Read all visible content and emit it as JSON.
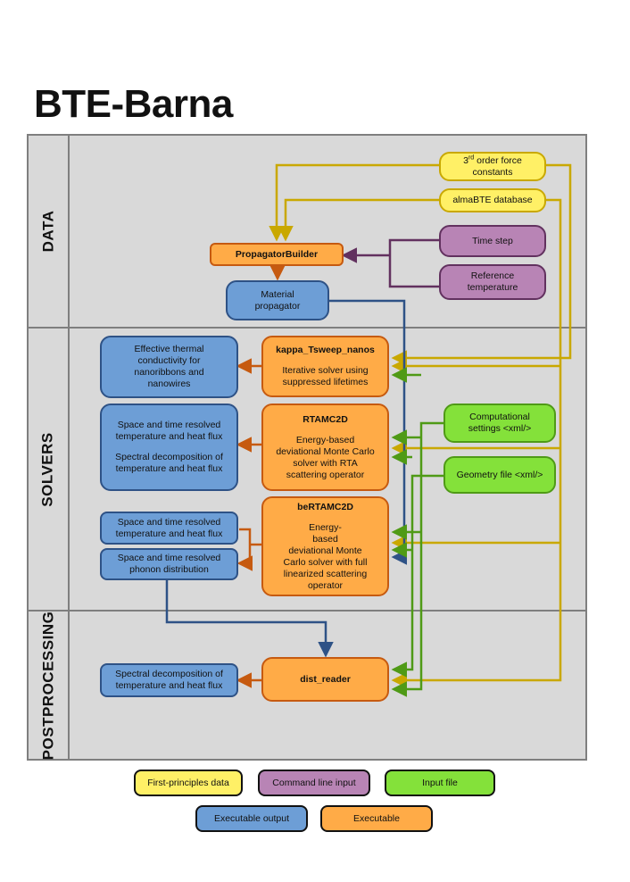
{
  "title": "BTE-Barna",
  "sections": {
    "data": "DATA",
    "solvers": "SOLVERS",
    "postprocessing": "POSTPROCESSING"
  },
  "data_boxes": {
    "force_constants": {
      "pre": "3",
      "sup": "rd",
      "post": " order force",
      "line2": "constants"
    },
    "almabte_db": "almaBTE database",
    "time_step": "Time step",
    "reference_temperature": {
      "line1": "Reference",
      "line2": "temperature"
    },
    "propagator_builder": "PropagatorBuilder",
    "material_propagator": {
      "line1": "Material",
      "line2": "propagator"
    }
  },
  "solvers": {
    "kappa": {
      "name": "kappa_Tsweep_nanos",
      "l1": "Iterative solver using",
      "l2": "suppressed lifetimes"
    },
    "rtamc2d": {
      "name": "RTAMC2D",
      "l1": "Energy-based",
      "l2": "deviational Monte Carlo",
      "l3": "solver with RTA",
      "l4": "scattering operator"
    },
    "bertamc2d": {
      "name": "beRTAMC2D",
      "l1": "Energy-",
      "l2": "based",
      "l3": "deviational Monte",
      "l4": "Carlo solver with full",
      "l5": "linearized scattering",
      "l6": "operator"
    }
  },
  "outputs": {
    "kappa_out": {
      "l1": "Effective thermal",
      "l2": "conductivity for",
      "l3": "nanoribbons and",
      "l4": "nanowires"
    },
    "rta_out": {
      "l1": "Space and time resolved",
      "l2": "temperature and heat flux",
      "l3": "Spectral decomposition of",
      "l4": "temperature and heat flux"
    },
    "be_out1": {
      "l1": "Space and time resolved",
      "l2": "temperature and heat flux"
    },
    "be_out2": {
      "l1": "Space and time resolved",
      "l2": "phonon distribution"
    },
    "dist_out": {
      "l1": "Spectral decomposition of",
      "l2": "temperature and heat flux"
    }
  },
  "inputs": {
    "comp_settings": {
      "l1": "Computational",
      "l2": "settings <xml/>"
    },
    "geometry": "Geometry file <xml/>"
  },
  "postprocessing": {
    "dist_reader": "dist_reader"
  },
  "legend": {
    "first_principles": "First-principles data",
    "command_line": "Command line input",
    "input_file": "Input file",
    "executable_output": "Executable output",
    "executable": "Executable"
  },
  "colors": {
    "yellow_line": "#c9a800",
    "purple_line": "#62315f",
    "green_line": "#4f9a16",
    "blue_line": "#2e5286",
    "orange_line": "#c65a10"
  }
}
